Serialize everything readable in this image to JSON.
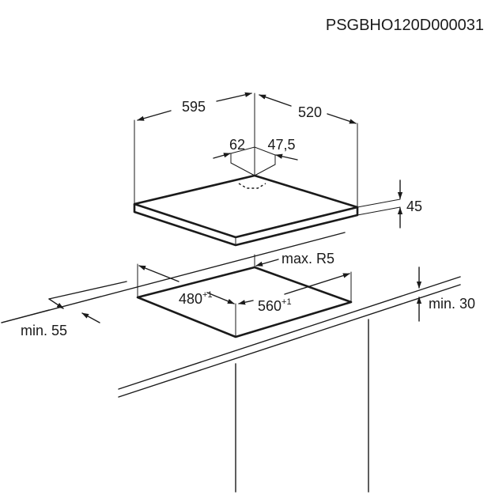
{
  "drawing_code": "PSGBHO120D000031",
  "dimensions": {
    "width": "595",
    "depth": "520",
    "offset_left": "62",
    "offset_right": "47,5",
    "height": "45",
    "corner_radius": "max. R5",
    "cutout_depth": "480",
    "cutout_depth_tol": "+1",
    "cutout_width": "560",
    "cutout_width_tol": "+1",
    "front_clearance": "min. 55",
    "below_clearance": "min. 30"
  }
}
